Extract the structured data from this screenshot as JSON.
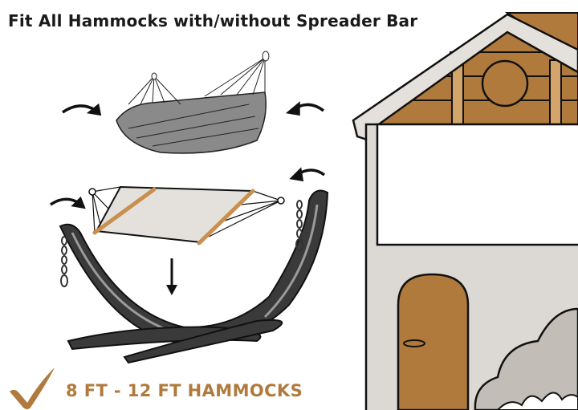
{
  "header": {
    "title": "Fit All Hammocks with/without Spreader Bar"
  },
  "footer": {
    "caption": "8 FT - 12 FT HAMMOCKS",
    "check_icon": "checkmark-icon"
  },
  "colors": {
    "accent": "#b07a3c",
    "wood": "#b07a3c",
    "wood_light": "#d4a56a",
    "wall": "#dcd8d3",
    "roof_trim": "#e4e0dc",
    "stand": "#3a3a3a",
    "bush": "#c2bdb7",
    "fabric": "#e4e0db",
    "outline": "#111111"
  },
  "illustration": {
    "items": [
      "hammock-without-spreader-bar",
      "hammock-with-spreader-bar",
      "hammock-stand",
      "house",
      "bush"
    ]
  }
}
